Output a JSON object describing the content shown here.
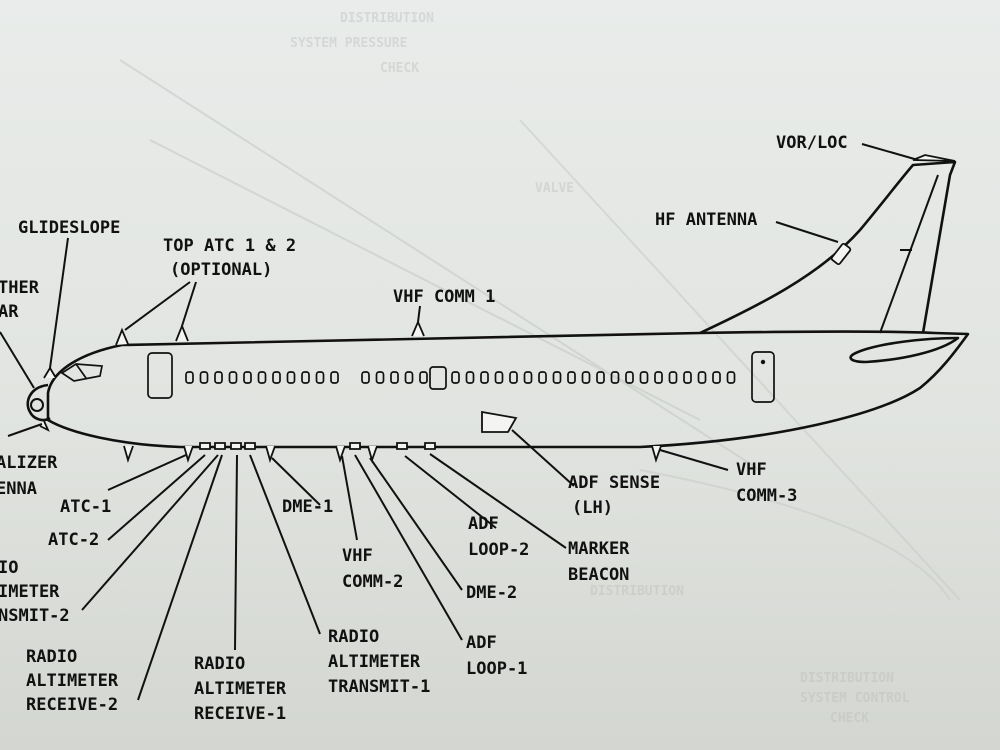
{
  "labels": {
    "glideslope": "GLIDESLOPE",
    "top_atc_line1": "TOP ATC 1 & 2",
    "top_atc_line2": "(OPTIONAL)",
    "weather_radar_line1": "THER",
    "weather_radar_line2": "AR",
    "vhf_comm_1": "VHF COMM 1",
    "vor_loc": "VOR/LOC",
    "hf_antenna": "HF ANTENNA",
    "localizer_line1": "ALIZER",
    "localizer_line2": "ENNA",
    "atc_1": "ATC-1",
    "atc_2": "ATC-2",
    "radio_alt_transmit_2_line1": "IO",
    "radio_alt_transmit_2_line2": "IMETER",
    "radio_alt_transmit_2_line3": "NSMIT-2",
    "radio_alt_receive_2_line1": "RADIO",
    "radio_alt_receive_2_line2": "ALTIMETER",
    "radio_alt_receive_2_line3": "RECEIVE-2",
    "radio_alt_receive_1_line1": "RADIO",
    "radio_alt_receive_1_line2": "ALTIMETER",
    "radio_alt_receive_1_line3": "RECEIVE-1",
    "radio_alt_transmit_1_line1": "RADIO",
    "radio_alt_transmit_1_line2": "ALTIMETER",
    "radio_alt_transmit_1_line3": "TRANSMIT-1",
    "dme_1": "DME-1",
    "vhf_comm_2_line1": "VHF",
    "vhf_comm_2_line2": "COMM-2",
    "adf_loop_1_line1": "ADF",
    "adf_loop_1_line2": "LOOP-1",
    "dme_2": "DME-2",
    "adf_loop_2_line1": "ADF",
    "adf_loop_2_line2": "LOOP-2",
    "marker_beacon_line1": "MARKER",
    "marker_beacon_line2": "BEACON",
    "adf_sense_line1": "ADF SENSE",
    "adf_sense_line2": "(LH)",
    "vhf_comm_3_line1": "VHF",
    "vhf_comm_3_line2": "COMM-3"
  },
  "colors": {
    "ink": "#111111",
    "paper": "#e6e9e6"
  }
}
